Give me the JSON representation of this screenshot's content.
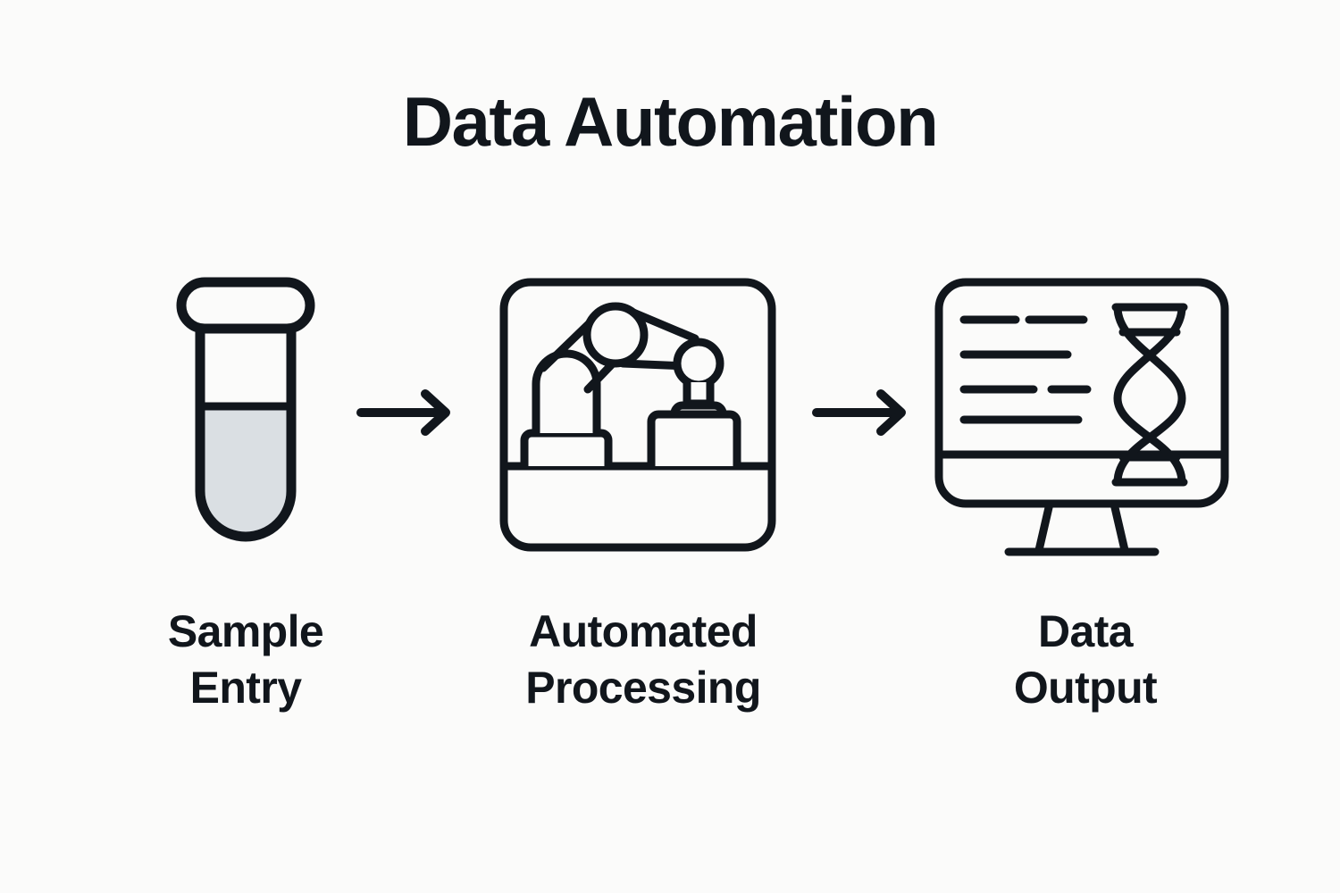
{
  "page": {
    "title": "Data Automation",
    "background_color": "#fbfbfa",
    "ink_color": "#11161c",
    "fill_color": "#dadfe3"
  },
  "flow": {
    "steps": [
      {
        "id": "sample-entry",
        "icon": "test-tube-icon",
        "label_line1": "Sample",
        "label_line2": "Entry"
      },
      {
        "id": "automated-processing",
        "icon": "robot-arm-icon",
        "label_line1": "Automated",
        "label_line2": "Processing"
      },
      {
        "id": "data-output",
        "icon": "monitor-dna-icon",
        "label_line1": "Data",
        "label_line2": "Output"
      }
    ],
    "arrows": [
      {
        "id": "arrow-1",
        "icon": "arrow-right-icon"
      },
      {
        "id": "arrow-2",
        "icon": "arrow-right-icon"
      }
    ]
  }
}
